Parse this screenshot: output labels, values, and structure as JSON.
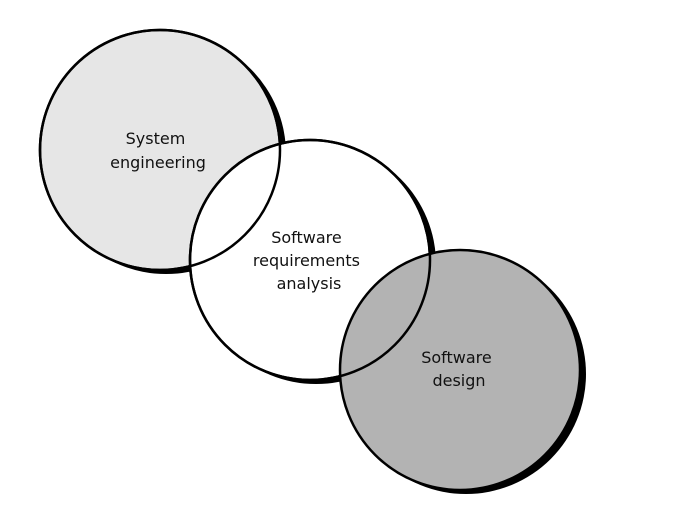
{
  "circles": [
    {
      "id": "system-engineering",
      "label_lines": [
        "System",
        "engineering"
      ],
      "fill": "#e6e6e6"
    },
    {
      "id": "software-requirements-analysis",
      "label_lines": [
        "Software",
        "requirements",
        "analysis"
      ],
      "fill": "#ffffff"
    },
    {
      "id": "software-design",
      "label_lines": [
        "Software",
        "design"
      ],
      "fill": "#b3b3b3"
    }
  ],
  "colors": {
    "outline": "#000000",
    "shadow": "#000000",
    "text": "#111111"
  }
}
